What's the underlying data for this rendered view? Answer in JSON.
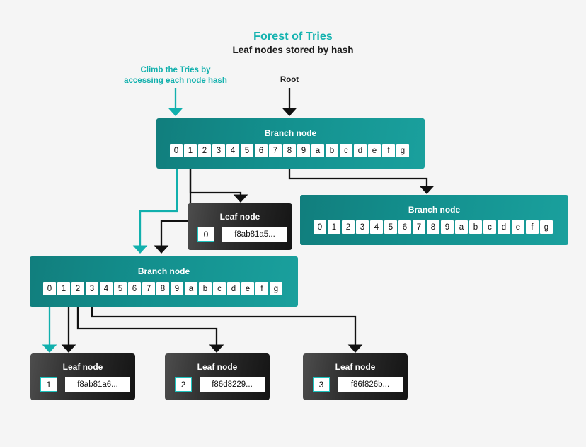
{
  "page": {
    "background": "#f5f5f5",
    "title": "Forest of Tries",
    "subtitle": "Leaf nodes stored by hash",
    "accent_teal": "#16b3b0",
    "wire_teal": "#11b0ad",
    "wire_black": "#111111"
  },
  "annotations": [
    {
      "name": "climb-annotation",
      "text": "Climb the Tries by\naccessing each node hash",
      "color": "#11b0ad"
    },
    {
      "name": "root-annotation",
      "text": "Root",
      "color": "#1d1d1d"
    }
  ],
  "nibbles": [
    "0",
    "1",
    "2",
    "3",
    "4",
    "5",
    "6",
    "7",
    "8",
    "9",
    "a",
    "b",
    "c",
    "d",
    "e",
    "f",
    "g"
  ],
  "nodes": {
    "branch_root": {
      "label": "Branch node"
    },
    "branch_right": {
      "label": "Branch node"
    },
    "branch_left": {
      "label": "Branch node"
    },
    "leaf_top": {
      "label": "Leaf node",
      "key": "0",
      "value": "f8ab81a5..."
    },
    "leaf_1": {
      "label": "Leaf node",
      "key": "1",
      "value": "f8ab81a6..."
    },
    "leaf_2": {
      "label": "Leaf node",
      "key": "2",
      "value": "f86d8229..."
    },
    "leaf_3": {
      "label": "Leaf node",
      "key": "3",
      "value": "f86f826b..."
    }
  }
}
